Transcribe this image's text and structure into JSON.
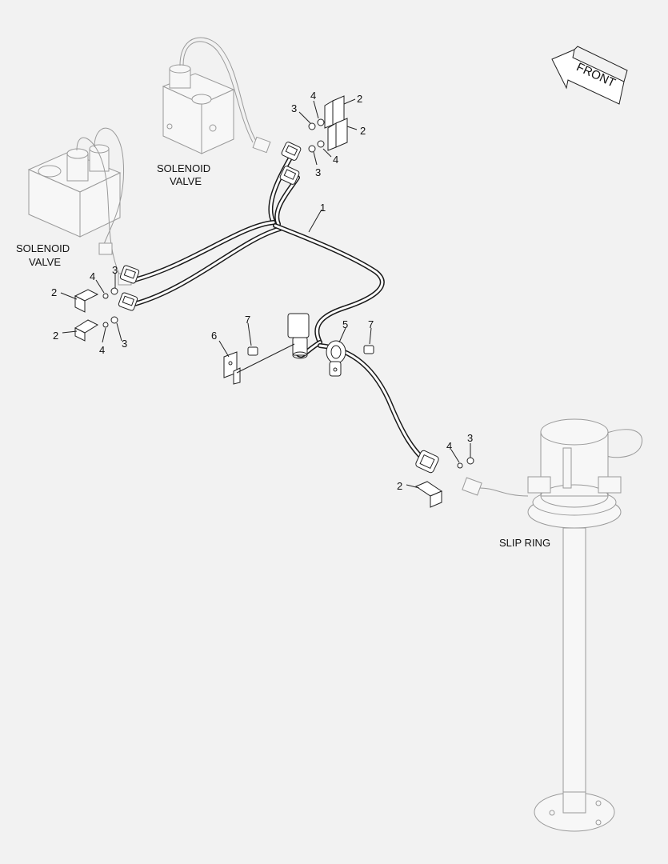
{
  "labels": {
    "solenoid_valve_right_line1": "SOLENOID",
    "solenoid_valve_right_line2": "VALVE",
    "solenoid_valve_left_line1": "SOLENOID",
    "solenoid_valve_left_line2": "VALVE",
    "slip_ring": "SLIP RING",
    "front": "FRONT"
  },
  "callouts": {
    "c1": "1",
    "c2a": "2",
    "c2b": "2",
    "c2c": "2",
    "c2d": "2",
    "c2e": "2",
    "c3a": "3",
    "c3b": "3",
    "c3c": "3",
    "c3d": "3",
    "c3e": "3",
    "c4a": "4",
    "c4b": "4",
    "c4c": "4",
    "c4d": "4",
    "c4e": "4",
    "c5": "5",
    "c6": "6",
    "c7a": "7",
    "c7b": "7"
  }
}
